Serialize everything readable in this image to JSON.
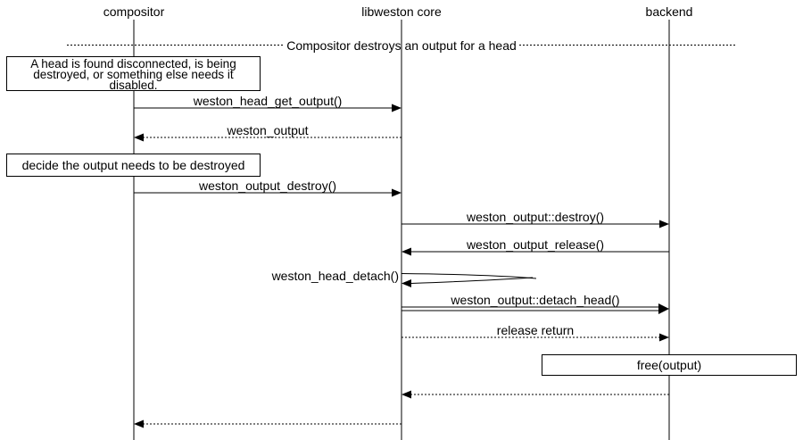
{
  "participants": [
    {
      "label": "compositor"
    },
    {
      "label": "libweston core"
    },
    {
      "label": "backend"
    }
  ],
  "divider": {
    "label": "Compositor destroys an output for a head"
  },
  "notes": {
    "disconnect": {
      "lines": [
        "A head is found disconnected, is being",
        "destroyed, or something else needs it",
        "disabled."
      ]
    },
    "decide": {
      "label": "decide the output needs to be destroyed"
    },
    "free": {
      "label": "free(output)"
    }
  },
  "messages": [
    {
      "label": "weston_head_get_output()",
      "from": "compositor",
      "to": "libweston core",
      "line": "solid"
    },
    {
      "label": "weston_output",
      "from": "libweston core",
      "to": "compositor",
      "line": "dotted"
    },
    {
      "label": "weston_output_destroy()",
      "from": "compositor",
      "to": "libweston core",
      "line": "solid"
    },
    {
      "label": "weston_output::destroy()",
      "from": "libweston core",
      "to": "backend",
      "line": "solid"
    },
    {
      "label": "weston_output_release()",
      "from": "backend",
      "to": "libweston core",
      "line": "solid"
    },
    {
      "label": "weston_head_detach()",
      "from": "libweston core",
      "to": "libweston core",
      "line": "self"
    },
    {
      "label": "weston_output::detach_head()",
      "from": "libweston core",
      "to": "backend",
      "line": "double"
    },
    {
      "label": "release return",
      "from": "libweston core",
      "to": "backend",
      "line": "dotted"
    },
    {
      "label": "",
      "from": "backend",
      "to": "libweston core",
      "line": "dotted"
    },
    {
      "label": "",
      "from": "libweston core",
      "to": "compositor",
      "line": "dotted"
    }
  ],
  "colors": {
    "line": "#000000",
    "background": "#ffffff",
    "text": "#000000"
  }
}
